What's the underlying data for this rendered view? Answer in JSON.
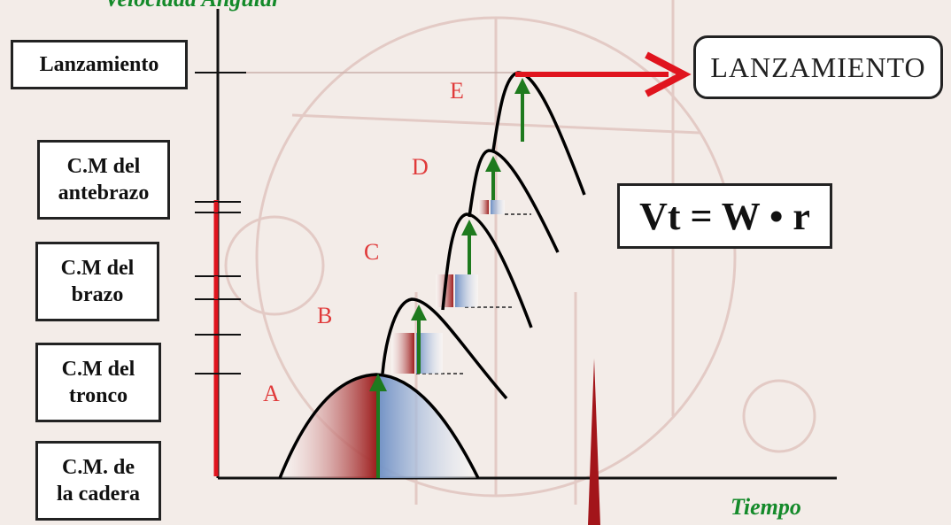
{
  "axes": {
    "y_title": "Velocidad Angular",
    "x_title": "Tiempo"
  },
  "labels": [
    {
      "id": "lanzamiento",
      "lines": [
        "Lanzamiento"
      ]
    },
    {
      "id": "antebrazo",
      "lines": [
        "C.M del",
        "antebrazo"
      ]
    },
    {
      "id": "brazo",
      "lines": [
        "C.M del",
        "brazo"
      ]
    },
    {
      "id": "tronco",
      "lines": [
        "C.M del",
        "tronco"
      ]
    },
    {
      "id": "cadera",
      "lines": [
        "C.M. de",
        "la cadera"
      ]
    }
  ],
  "segments": [
    "A",
    "B",
    "C",
    "D",
    "E"
  ],
  "result_label": "LANZAMIENTO",
  "formula": "Vt = W • r",
  "colors": {
    "peak_curve": "#000000",
    "velocity_arrow": "#1e7a1e",
    "launch_arrow": "#e0141e",
    "axis_marker": "#e0141e",
    "fill_red": "#9e1f1f",
    "fill_blue": "#6e8fc4",
    "segment_letters": "#e03a3a",
    "axis_title": "#148a2a"
  }
}
